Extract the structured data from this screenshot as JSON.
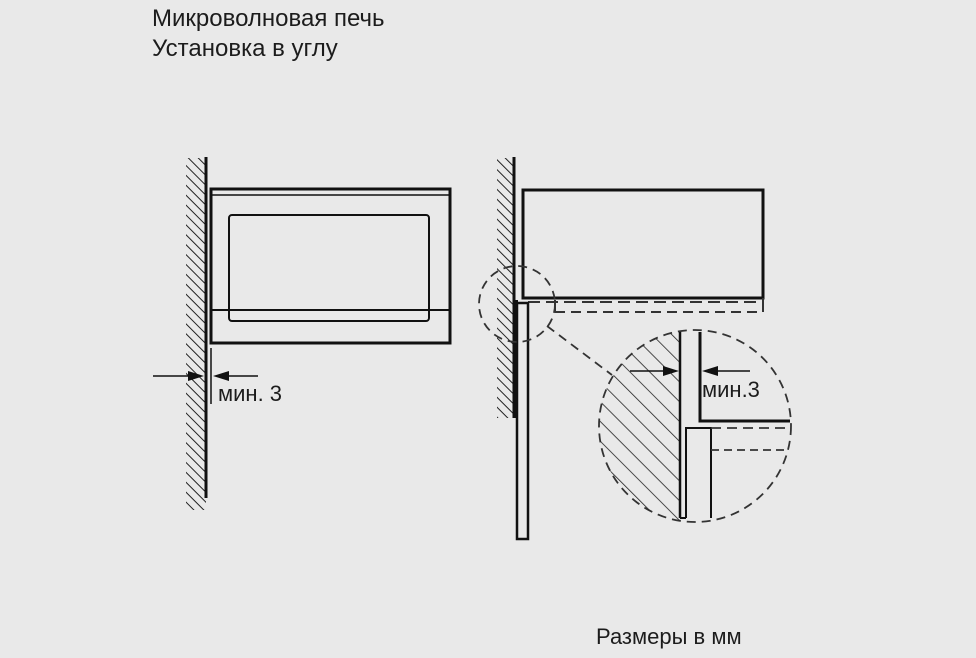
{
  "title": {
    "line1": "Микроволновая печь",
    "line2": "Установка в углу"
  },
  "left_view": {
    "dimension_label": "мин. 3"
  },
  "right_view": {
    "detail_dimension_label": "мин.3"
  },
  "footer": {
    "units_note": "Размеры в мм"
  },
  "colors": {
    "background": "#e9e9e9",
    "line": "#111111"
  }
}
